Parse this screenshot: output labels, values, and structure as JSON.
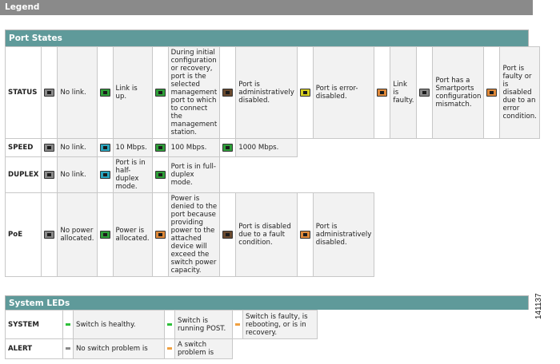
{
  "legend": {
    "title": "Legend"
  },
  "port_states": {
    "title": "Port States",
    "status": {
      "label": "STATUS",
      "items": [
        {
          "icon_color": "#8a8a8a",
          "text": "No link."
        },
        {
          "icon_color": "#2fa03a",
          "text": "Link is up."
        },
        {
          "icon_color": "#2fa03a",
          "text": "During initial configuration or recovery, port is the selected management port to which to connect the management station."
        },
        {
          "icon_color": "#6b4a2e",
          "text": "Port is administratively disabled."
        },
        {
          "icon_color": "#d8d020",
          "text": "Port is error-disabled."
        },
        {
          "icon_color": "#e08a3a",
          "text": "Link is faulty."
        },
        {
          "icon_color": "#8a8a8a",
          "text": "Port has a Smartports configuration mismatch."
        },
        {
          "icon_color": "#e08a3a",
          "text": "Port is faulty or is disabled due to an error condition."
        }
      ]
    },
    "speed": {
      "label": "SPEED",
      "items": [
        {
          "icon_color": "#8a8a8a",
          "text": "No link."
        },
        {
          "icon_color": "#2aa6c0",
          "text": "10 Mbps."
        },
        {
          "icon_color": "#2fa03a",
          "text": "100 Mbps."
        },
        {
          "icon_color": "#2fa03a",
          "text": "1000 Mbps."
        }
      ]
    },
    "duplex": {
      "label": "DUPLEX",
      "items": [
        {
          "icon_color": "#8a8a8a",
          "text": "No link."
        },
        {
          "icon_color": "#2aa6c0",
          "text": "Port is in half-duplex mode."
        },
        {
          "icon_color": "#2fa03a",
          "text": "Port is in full-duplex mode."
        }
      ]
    },
    "poe": {
      "label": "PoE",
      "items": [
        {
          "icon_color": "#8a8a8a",
          "text": "No power allocated."
        },
        {
          "icon_color": "#2fa03a",
          "text": "Power is allocated."
        },
        {
          "icon_color": "#e08a3a",
          "text": "Power is denied to the port because providing power to the attached device will exceed the switch power capacity."
        },
        {
          "icon_color": "#6b4a2e",
          "text": "Port is disabled due to a fault condition."
        },
        {
          "icon_color": "#e08a3a",
          "text": "Port is administratively disabled."
        }
      ]
    }
  },
  "system_leds": {
    "title": "System LEDs",
    "system": {
      "label": "SYSTEM",
      "items": [
        {
          "led_color": "#2fc03a",
          "text": "Switch is healthy."
        },
        {
          "led_color": "#2fc03a",
          "text": "Switch is running POST."
        },
        {
          "led_color": "#f0a040",
          "text": "Switch is faulty, is rebooting, or is in recovery."
        }
      ]
    },
    "alert": {
      "label": "ALERT",
      "items": [
        {
          "led_color": "#8a8a8a",
          "text": "No switch problem is"
        },
        {
          "led_color": "#f0a040",
          "text": "A switch problem is"
        }
      ]
    }
  },
  "figure_number": "141137"
}
